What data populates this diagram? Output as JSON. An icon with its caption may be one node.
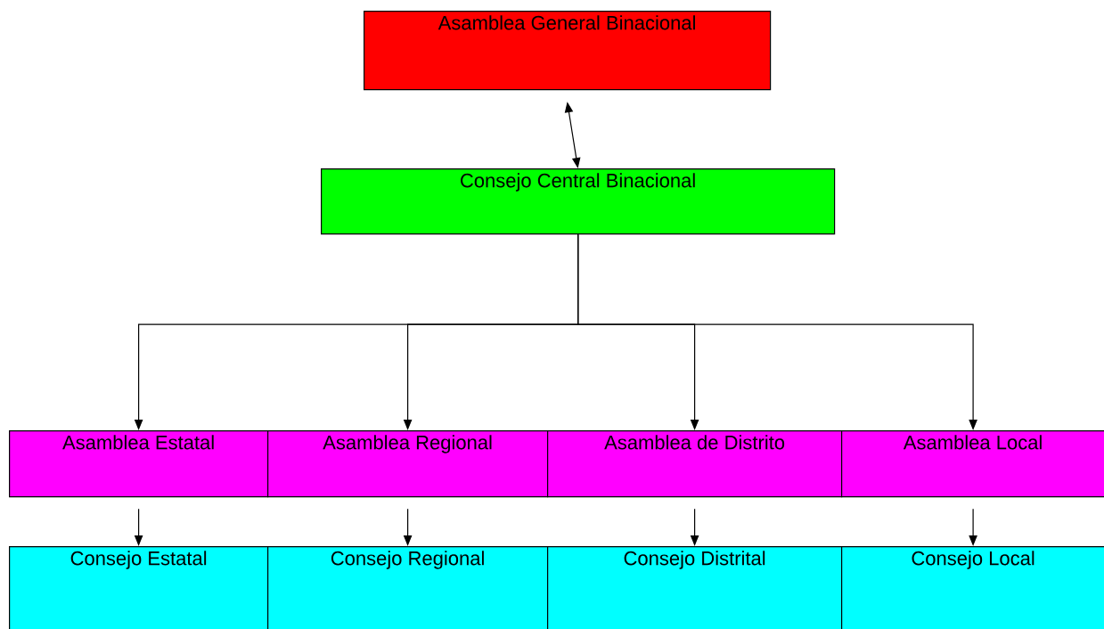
{
  "diagram": {
    "nodes": [
      {
        "text": [
          "Asamblea General Binacional"
        ]
      },
      {
        "text": [
          "Consejo Central Binacional"
        ]
      },
      {
        "text": [
          "Asamblea Estatal"
        ]
      },
      {
        "text": [
          "Asamblea Regional"
        ]
      },
      {
        "text": [
          "Asamblea de Distrito"
        ]
      },
      {
        "text": [
          "Asamblea Local"
        ]
      },
      {
        "text": [
          "Consejo Estatal"
        ]
      },
      {
        "text": [
          "Consejo Regional"
        ]
      },
      {
        "text": [
          "Consejo Distrital"
        ]
      },
      {
        "text": [
          "Consejo Local"
        ]
      }
    ],
    "edges": [
      {
        "from": 0,
        "to": 1,
        "arrow": "both"
      },
      {
        "from": 1,
        "to": 2,
        "arrow": "to"
      },
      {
        "from": 1,
        "to": 3,
        "arrow": "to"
      },
      {
        "from": 1,
        "to": 4,
        "arrow": "to"
      },
      {
        "from": 1,
        "to": 5,
        "arrow": "to"
      },
      {
        "from": 2,
        "to": 6,
        "arrow": "to"
      },
      {
        "from": 3,
        "to": 7,
        "arrow": "to"
      },
      {
        "from": 4,
        "to": 8,
        "arrow": "to"
      },
      {
        "from": 5,
        "to": 9,
        "arrow": "to"
      }
    ]
  }
}
